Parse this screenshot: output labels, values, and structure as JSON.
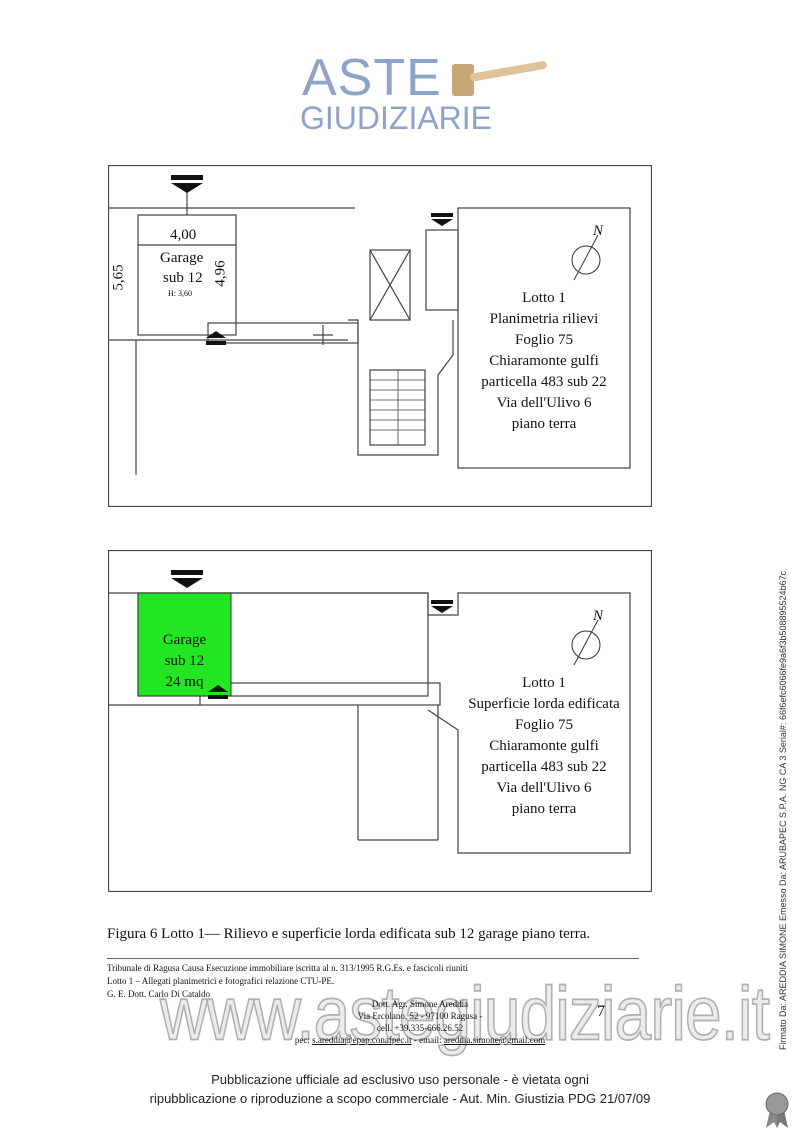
{
  "header_logo": {
    "line1": "ASTE",
    "line2": "GIUDIZIARIE"
  },
  "plan1": {
    "dim_width": "4,00",
    "dim_depth": "4,96",
    "dim_side": "5,65",
    "garage_label": "Garage",
    "garage_sub": "sub 12",
    "height": "H: 3,60",
    "north": "N",
    "info": [
      "Lotto 1",
      "Planimetria rilievi",
      "Foglio 75",
      "Chiaramonte gulfi",
      "particella 483 sub 22",
      "Via dell'Ulivo 6",
      "piano terra"
    ]
  },
  "plan2": {
    "garage_label": "Garage",
    "garage_sub": "sub 12",
    "garage_area": "24 mq",
    "north": "N",
    "garage_color": "#22e622",
    "info": [
      "Lotto 1",
      "Superficie lorda edificata",
      "Foglio 75",
      "Chiaramonte gulfi",
      "particella 483 sub 22",
      "Via dell'Ulivo 6",
      "piano terra"
    ]
  },
  "caption": "Figura 6 Lotto 1— Rilievo e superficie lorda edificata sub 12 garage piano terra.",
  "footer": {
    "lines": [
      "Tribunale di Ragusa Causa Esecuzione immobiliare iscritta al n. 313/1995 R.G.Es. e fascicoli riuniti",
      "Lotto 1 – Allegati planimetrici e fotografici relazione CTU-PE.",
      "G. E. Dott. Carlo Di Cataldo"
    ],
    "author": "Dott. Agr. Simone Areddia",
    "address": "Via Ercolano, 52 - 97100 Ragusa -",
    "phone": "cell. +39.335-666.26.52",
    "pec_label": "pec:",
    "pec": "s.areddia@epap.conafpec.it",
    "email_label": " - email:",
    "email": "areddia.simone@gmail.com",
    "page_number": "7"
  },
  "watermark": "www.astegiudiziarie.it",
  "notice": [
    "Pubblicazione ufficiale ad esclusivo uso personale - è vietata ogni",
    "ripubblicazione o riproduzione a scopo commerciale - Aut. Min. Giustizia PDG 21/07/09"
  ],
  "signature": "Firmato Da: AREDDIA SIMONE Emesso Da: ARUBAPEC S.P.A. NG CA 3 Serial#: 66f6efc6066fe9a6f3b508895524b67c"
}
